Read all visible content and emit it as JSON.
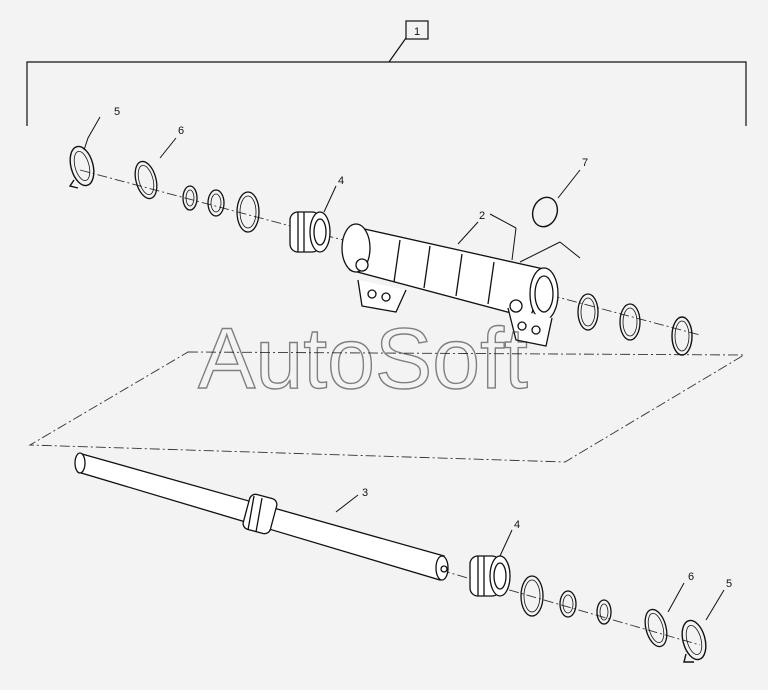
{
  "assembly_label": "1",
  "watermark": "AutoSoft",
  "callouts": [
    {
      "id": "ring-top-left",
      "label": "5"
    },
    {
      "id": "ring-top-left2",
      "label": "6"
    },
    {
      "id": "seal-top",
      "label": "4"
    },
    {
      "id": "cylinder",
      "label": "2"
    },
    {
      "id": "o-ring",
      "label": "7"
    },
    {
      "id": "rod",
      "label": "3"
    },
    {
      "id": "seal-bottom",
      "label": "4"
    },
    {
      "id": "ring-bottom-right2",
      "label": "6"
    },
    {
      "id": "ring-bottom-right",
      "label": "5"
    }
  ]
}
